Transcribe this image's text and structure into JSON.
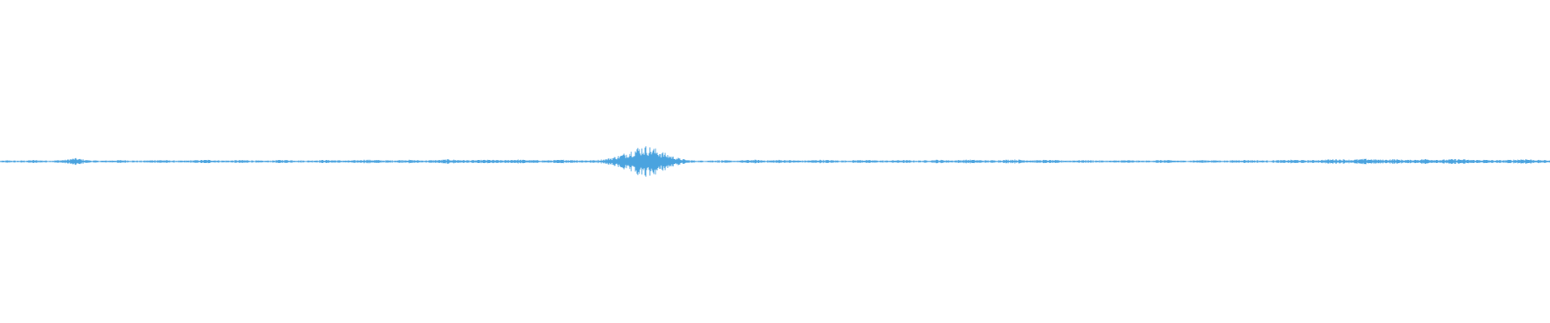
{
  "waveform": {
    "color": "#4aa3df",
    "background": "#ffffff",
    "envelope_profile": [
      0.05,
      0.08,
      0.06,
      0.07,
      0.1,
      0.08,
      0.06,
      0.09,
      0.12,
      0.22,
      0.14,
      0.08,
      0.06,
      0.07,
      0.09,
      0.1,
      0.07,
      0.06,
      0.08,
      0.11,
      0.09,
      0.07,
      0.06,
      0.08,
      0.1,
      0.12,
      0.09,
      0.07,
      0.08,
      0.1,
      0.09,
      0.07,
      0.06,
      0.08,
      0.12,
      0.1,
      0.08,
      0.07,
      0.09,
      0.11,
      0.1,
      0.08,
      0.07,
      0.09,
      0.13,
      0.11,
      0.09,
      0.08,
      0.1,
      0.12,
      0.1,
      0.08,
      0.09,
      0.11,
      0.14,
      0.12,
      0.1,
      0.09,
      0.11,
      0.12,
      0.1,
      0.09,
      0.14,
      0.12,
      0.1,
      0.09,
      0.08,
      0.1,
      0.12,
      0.11,
      0.09,
      0.08,
      0.1,
      0.16,
      0.28,
      0.45,
      0.7,
      0.95,
      1.0,
      0.85,
      0.6,
      0.38,
      0.2,
      0.1,
      0.07,
      0.06,
      0.08,
      0.09,
      0.07,
      0.06,
      0.1,
      0.12,
      0.09,
      0.08,
      0.11,
      0.1,
      0.08,
      0.07,
      0.09,
      0.12,
      0.1,
      0.08,
      0.07,
      0.09,
      0.11,
      0.09,
      0.08,
      0.07,
      0.09,
      0.1,
      0.08,
      0.07,
      0.09,
      0.12,
      0.1,
      0.08,
      0.11,
      0.13,
      0.1,
      0.08,
      0.09,
      0.11,
      0.14,
      0.12,
      0.1,
      0.09,
      0.11,
      0.1,
      0.08,
      0.07,
      0.09,
      0.1,
      0.08,
      0.07,
      0.06,
      0.08,
      0.09,
      0.07,
      0.06,
      0.08,
      0.1,
      0.09,
      0.07,
      0.06,
      0.08,
      0.1,
      0.09,
      0.08,
      0.07,
      0.09,
      0.11,
      0.1,
      0.08,
      0.07,
      0.09,
      0.1,
      0.12,
      0.1,
      0.09,
      0.11,
      0.13,
      0.16,
      0.14,
      0.12,
      0.15,
      0.18,
      0.14,
      0.12,
      0.16,
      0.13,
      0.11,
      0.14,
      0.17,
      0.14,
      0.12,
      0.15,
      0.16,
      0.13,
      0.11,
      0.12,
      0.1,
      0.09,
      0.11,
      0.14,
      0.18,
      0.12,
      0.1,
      0.09
    ]
  }
}
